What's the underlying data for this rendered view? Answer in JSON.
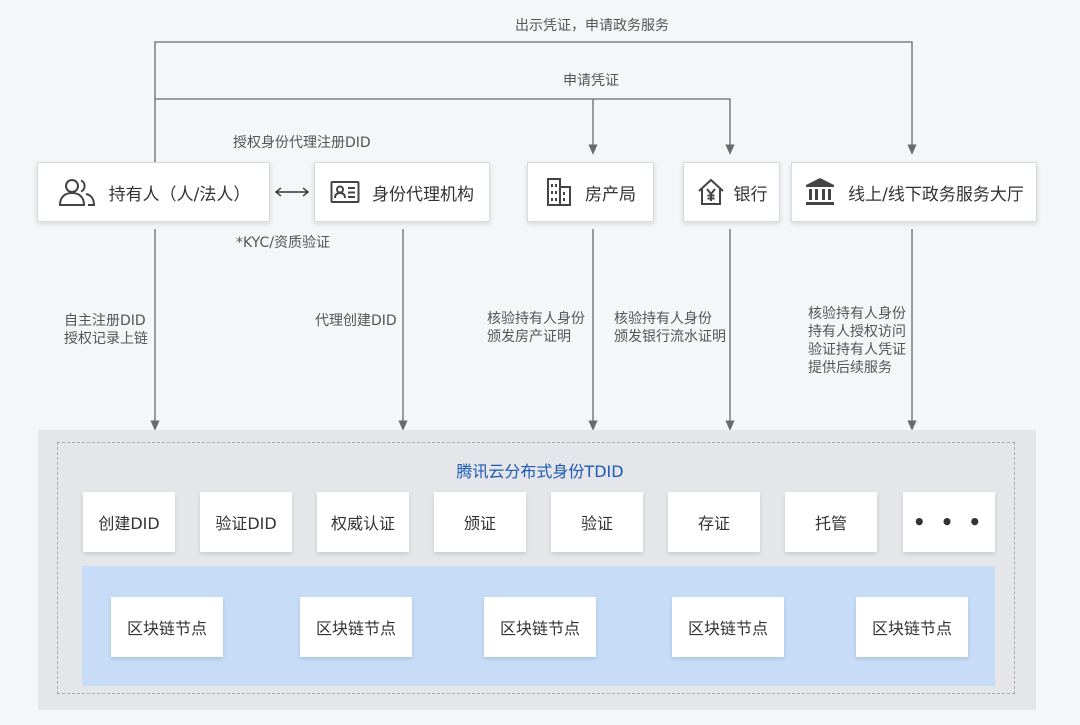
{
  "top_labels": {
    "show_credential": "出示凭证，申请政务服务",
    "apply_credential": "申请凭证",
    "authorize_agent": "授权身份代理注册DID",
    "kyc": "*KYC/资质验证"
  },
  "entities": {
    "holder": "持有人（人/法人）",
    "agency": "身份代理机构",
    "housing": "房产局",
    "bank": "银行",
    "gov": "线上/线下政务服务大厅"
  },
  "flow_labels": {
    "holder_1": "自主注册DID",
    "holder_2": "授权记录上链",
    "agency_1": "代理创建DID",
    "housing_1": "核验持有人身份",
    "housing_2": "颁发房产证明",
    "bank_1": "核验持有人身份",
    "bank_2": "颁发银行流水证明",
    "gov_1": "核验持有人身份",
    "gov_2": "持有人授权访问",
    "gov_3": "验证持有人凭证",
    "gov_4": "提供后续服务"
  },
  "platform": {
    "title": "腾讯云分布式身份TDID",
    "functions": [
      "创建DID",
      "验证DID",
      "权威认证",
      "颁证",
      "验证",
      "存证",
      "托管",
      "• • •"
    ],
    "nodes": [
      "区块链节点",
      "区块链节点",
      "区块链节点",
      "区块链节点",
      "区块链节点"
    ]
  },
  "colors": {
    "line": "#6a6a6a",
    "title_blue": "#1d59b5",
    "band": "#c6dcf7",
    "platform_bg": "#e4e6ea"
  },
  "icons": [
    "person-group-icon",
    "id-card-icon",
    "building-icon",
    "bank-yuan-icon",
    "government-building-icon",
    "double-arrow-icon"
  ]
}
